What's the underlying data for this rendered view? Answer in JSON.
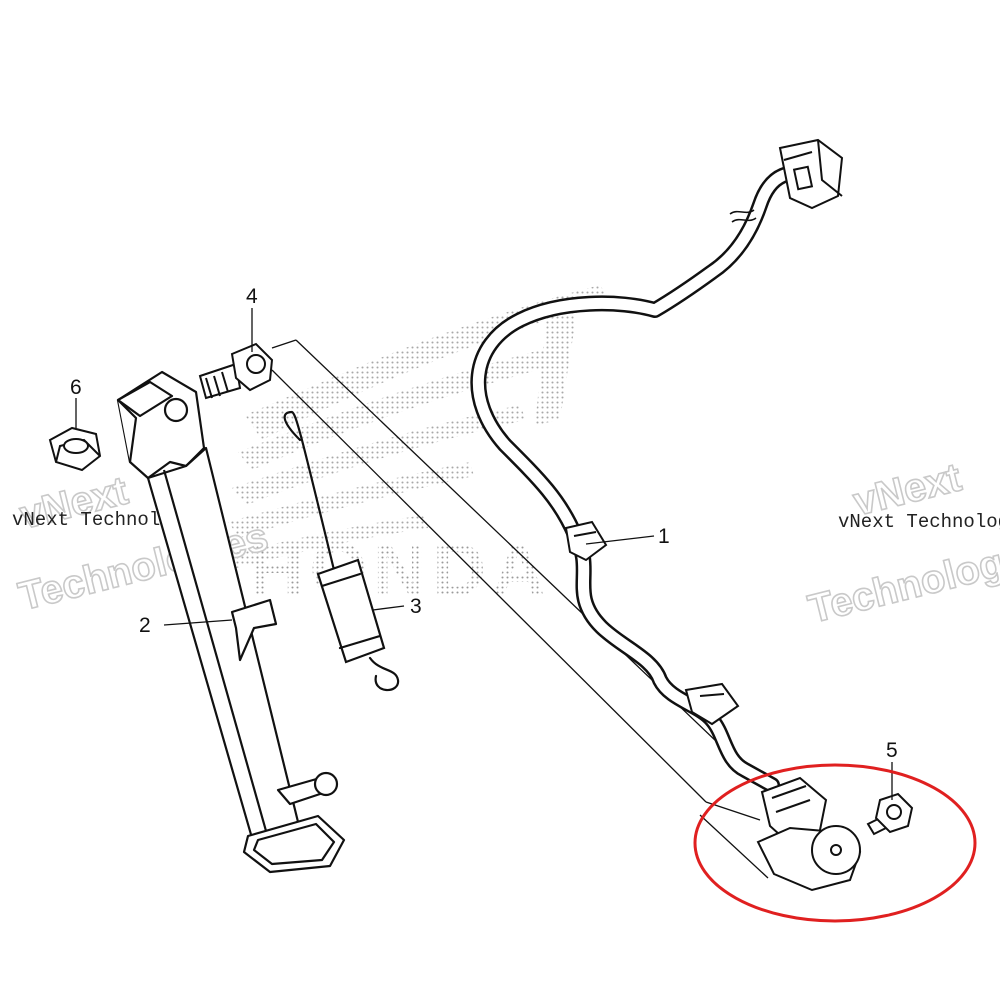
{
  "diagram": {
    "brand_watermark": "HONDA",
    "watermarks": [
      {
        "small": "vNext Technologies",
        "big": "Technologies"
      },
      {
        "small": "vNext Technologies",
        "big": "Technologies"
      }
    ],
    "callouts": [
      {
        "number": "1",
        "part": "side-stand-switch-harness"
      },
      {
        "number": "2",
        "part": "side-stand"
      },
      {
        "number": "3",
        "part": "return-spring"
      },
      {
        "number": "4",
        "part": "pivot-bolt"
      },
      {
        "number": "5",
        "part": "flange-nut"
      },
      {
        "number": "6",
        "part": "lock-nut"
      }
    ],
    "highlight_color": "#e02020",
    "line_color": "#111111"
  }
}
